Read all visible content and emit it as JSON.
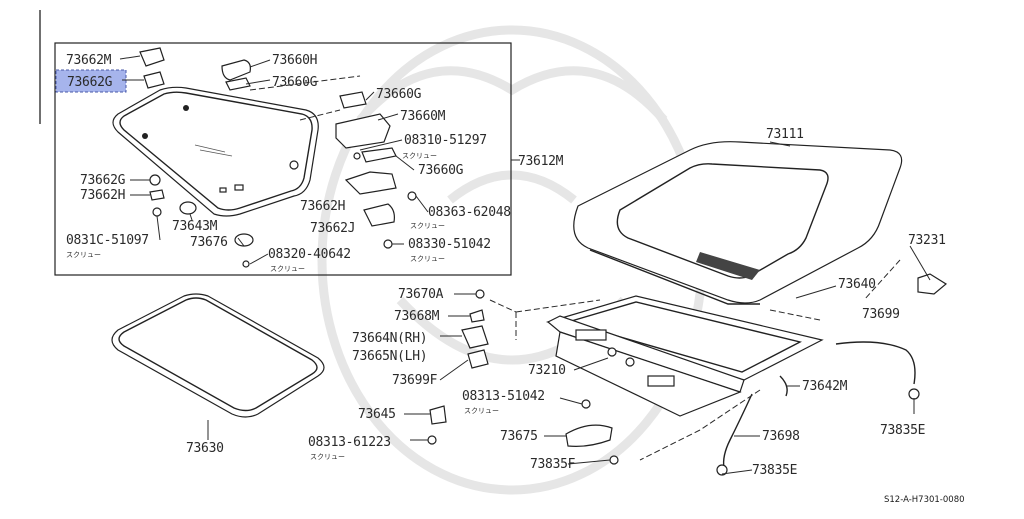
{
  "diagram": {
    "labels": {
      "p73662M": "73662M",
      "p73662G_sel": "73662G",
      "p73660H": "73660H",
      "p73660G_a": "73660G",
      "p73660G_b": "73660G",
      "p73660M": "73660M",
      "p08310_51297": "08310-51297",
      "p73660G_c": "73660G",
      "p73612M": "73612M",
      "p73662G_2": "73662G",
      "p73662H_2": "73662H",
      "p73662H_3": "73662H",
      "p08363_62048": "08363-62048",
      "p73643M": "73643M",
      "p73662J": "73662J",
      "p0831C_51097": "0831C-51097",
      "p73676": "73676",
      "p08330_51042": "08330-51042",
      "p08320_40642": "08320-40642",
      "p73111": "73111",
      "p73231": "73231",
      "p73640": "73640",
      "p73670A": "73670A",
      "p73668M": "73668M",
      "p73699": "73699",
      "p73664N": "73664N(RH)",
      "p73665N": "73665N(LH)",
      "p73699F": "73699F",
      "p73210": "73210",
      "p73642M": "73642M",
      "p08313_51042": "08313-51042",
      "p73645": "73645",
      "p73835E_a": "73835E",
      "p08313_61223": "08313-61223",
      "p73675": "73675",
      "p73698": "73698",
      "p73630": "73630",
      "p73835F": "73835F",
      "p73835E_b": "73835E"
    },
    "screw_notes": {
      "s1": "スクリュー",
      "s2": "スクリュー",
      "s3": "スクリュー",
      "s4": "スクリュー",
      "s5": "スクリュー",
      "s6": "スクリュー",
      "s7": "スクリュー"
    },
    "footer_code": "S12-A-H7301-0080",
    "highlight_color": "#a6b4ec"
  }
}
